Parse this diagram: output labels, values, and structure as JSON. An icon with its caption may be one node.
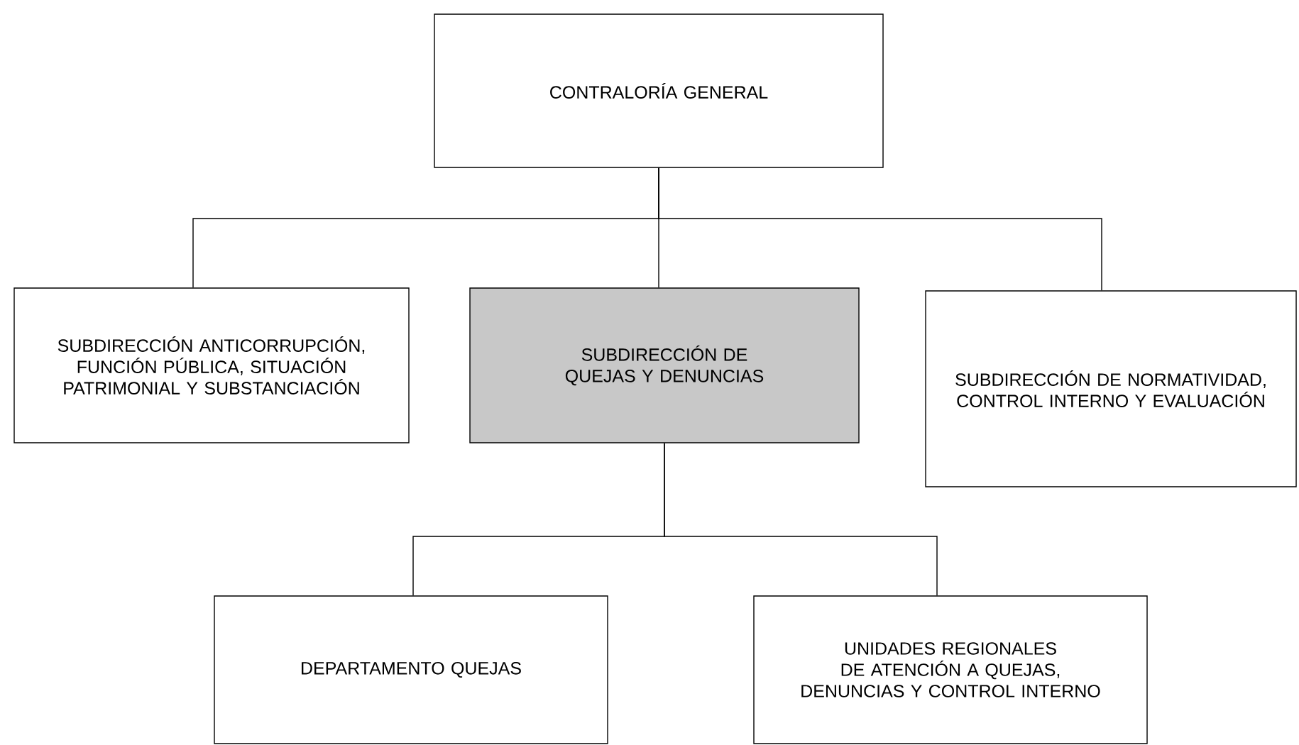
{
  "diagram": {
    "nodes": [
      {
        "text": [
          "CONTRALORÍA GENERAL"
        ]
      },
      {
        "text": [
          "SUBDIRECCIÓN ANTICORRUPCIÓN, FUNCIÓN PÚBLICA, SITUACIÓN PATRIMONIAL Y SUBSTANCIACIÓN"
        ]
      },
      {
        "text": [
          "SUBDIRECCIÓN DE QUEJAS Y DENUNCIAS"
        ]
      },
      {
        "text": [
          "SUBDIRECCIÓN DE NORMATIVIDAD, CONTROL INTERNO Y EVALUACIÓN"
        ]
      },
      {
        "text": [
          "DEPARTAMENTO QUEJAS"
        ]
      },
      {
        "text": [
          "UNIDADES REGIONALES DE ATENCIÓN A QUEJAS, DENUNCIAS Y CONTROL INTERNO"
        ]
      }
    ],
    "edges": [
      {
        "from": 0,
        "to": 1,
        "arrow": "none"
      },
      {
        "from": 0,
        "to": 2,
        "arrow": "none"
      },
      {
        "from": 0,
        "to": 3,
        "arrow": "none"
      },
      {
        "from": 2,
        "to": 4,
        "arrow": "none"
      },
      {
        "from": 2,
        "to": 5,
        "arrow": "none"
      }
    ]
  }
}
